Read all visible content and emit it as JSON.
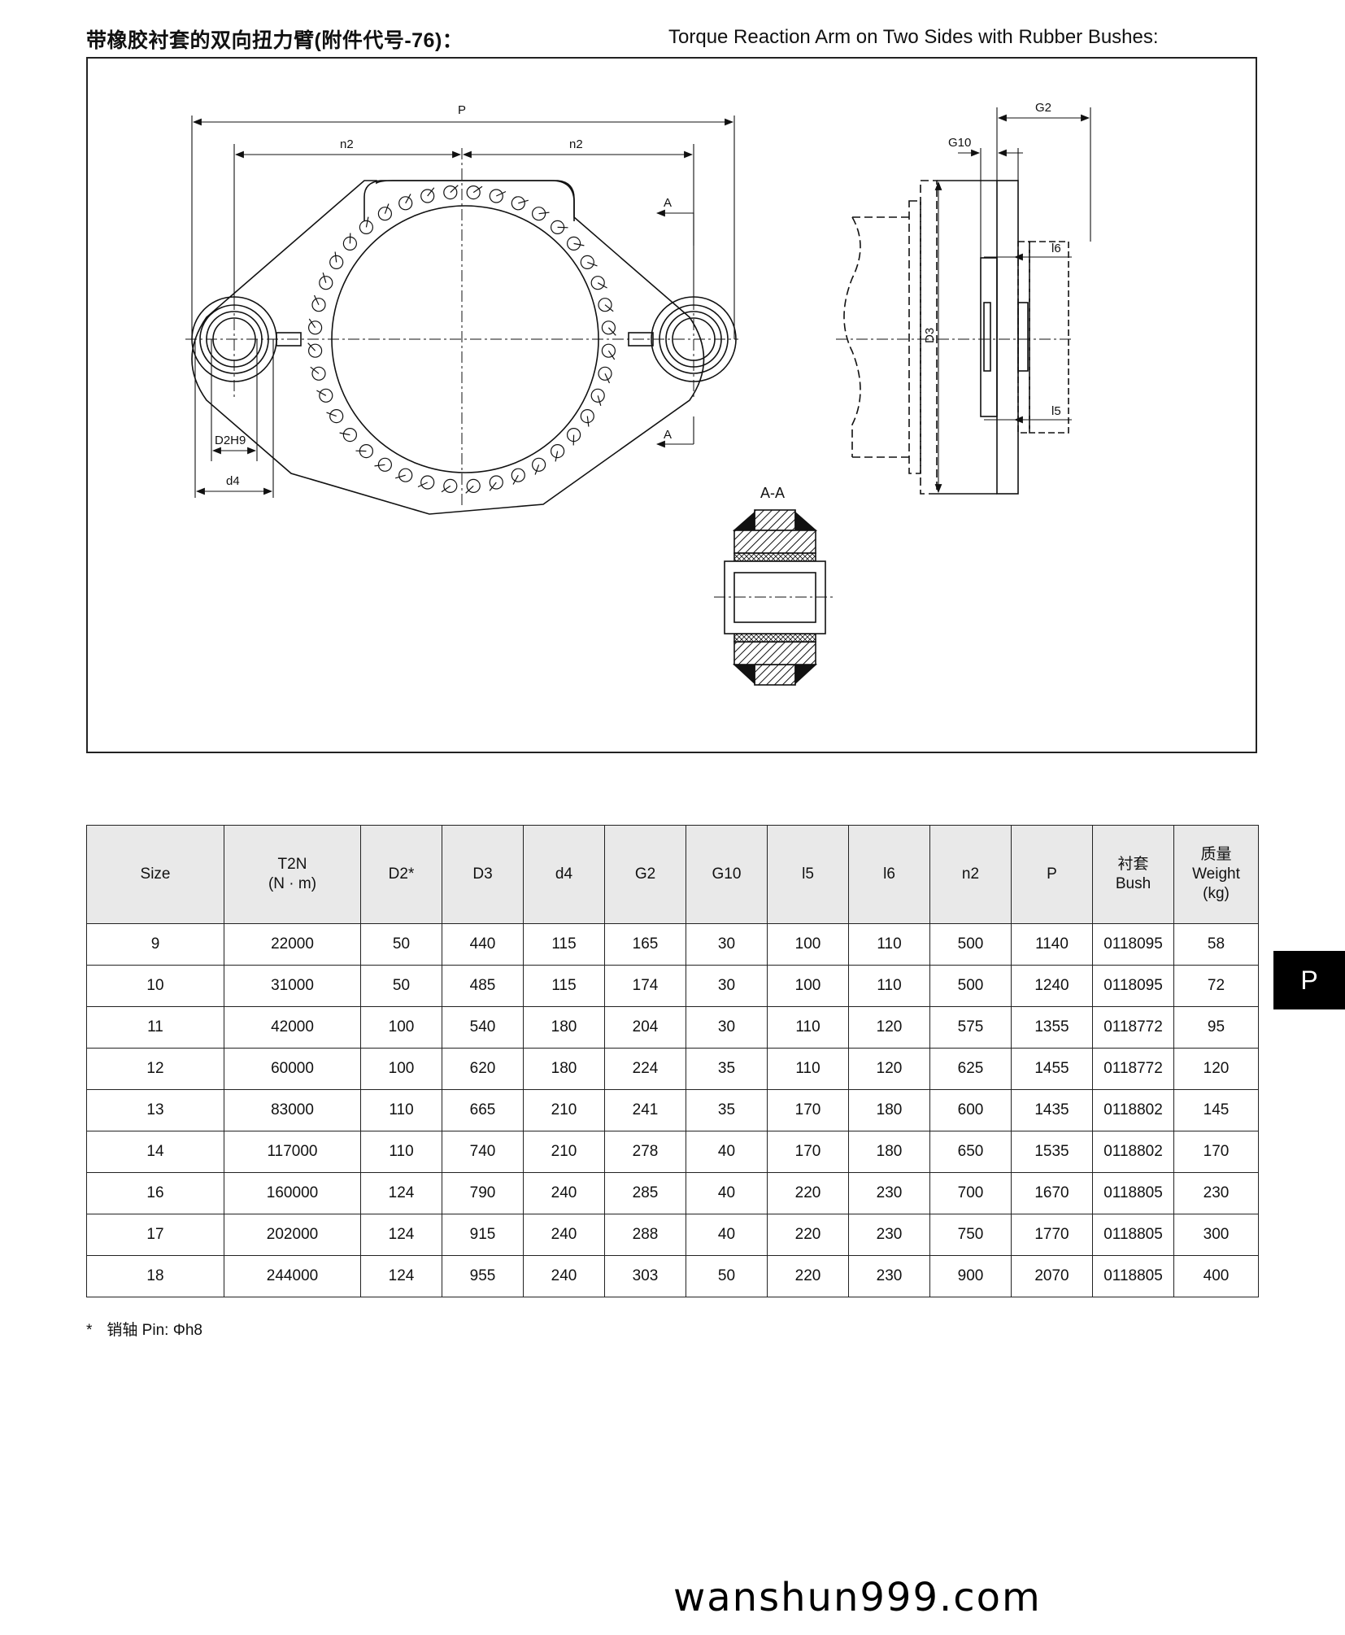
{
  "header": {
    "title_cn": "带橡胶衬套的双向扭力臂(附件代号-76)：",
    "title_en": "Torque Reaction Arm on Two Sides with Rubber Bushes:"
  },
  "drawing": {
    "labels": {
      "P": "P",
      "n2_left": "n2",
      "n2_right": "n2",
      "A_top": "A",
      "A_bottom": "A",
      "D2H9": "D2H9",
      "d4": "d4",
      "G2": "G2",
      "G10": "G10",
      "l6": "l6",
      "l5": "l5",
      "D3": "D3",
      "section": "A-A"
    }
  },
  "table": {
    "headers": {
      "size": "Size",
      "t2n_1": "T2N",
      "t2n_2": "(N · m)",
      "d2": "D2*",
      "d3": "D3",
      "d4": "d4",
      "g2": "G2",
      "g10": "G10",
      "l5": "l5",
      "l6": "l6",
      "n2": "n2",
      "p": "P",
      "bush_cn": "衬套",
      "bush_en": "Bush",
      "weight_cn": "质量",
      "weight_en": "Weight",
      "weight_unit": "(kg)"
    },
    "rows": [
      [
        "9",
        "22000",
        "50",
        "440",
        "115",
        "165",
        "30",
        "100",
        "110",
        "500",
        "1140",
        "0118095",
        "58"
      ],
      [
        "10",
        "31000",
        "50",
        "485",
        "115",
        "174",
        "30",
        "100",
        "110",
        "500",
        "1240",
        "0118095",
        "72"
      ],
      [
        "11",
        "42000",
        "100",
        "540",
        "180",
        "204",
        "30",
        "110",
        "120",
        "575",
        "1355",
        "0118772",
        "95"
      ],
      [
        "12",
        "60000",
        "100",
        "620",
        "180",
        "224",
        "35",
        "110",
        "120",
        "625",
        "1455",
        "0118772",
        "120"
      ],
      [
        "13",
        "83000",
        "110",
        "665",
        "210",
        "241",
        "35",
        "170",
        "180",
        "600",
        "1435",
        "0118802",
        "145"
      ],
      [
        "14",
        "117000",
        "110",
        "740",
        "210",
        "278",
        "40",
        "170",
        "180",
        "650",
        "1535",
        "0118802",
        "170"
      ],
      [
        "16",
        "160000",
        "124",
        "790",
        "240",
        "285",
        "40",
        "220",
        "230",
        "700",
        "1670",
        "0118805",
        "230"
      ],
      [
        "17",
        "202000",
        "124",
        "915",
        "240",
        "288",
        "40",
        "220",
        "230",
        "750",
        "1770",
        "0118805",
        "300"
      ],
      [
        "18",
        "244000",
        "124",
        "955",
        "240",
        "303",
        "50",
        "220",
        "230",
        "900",
        "2070",
        "0118805",
        "400"
      ]
    ]
  },
  "footnote": {
    "star": "*",
    "text": "销轴 Pin: Φh8"
  },
  "side_tab": "P",
  "watermark": "wanshun999.com"
}
